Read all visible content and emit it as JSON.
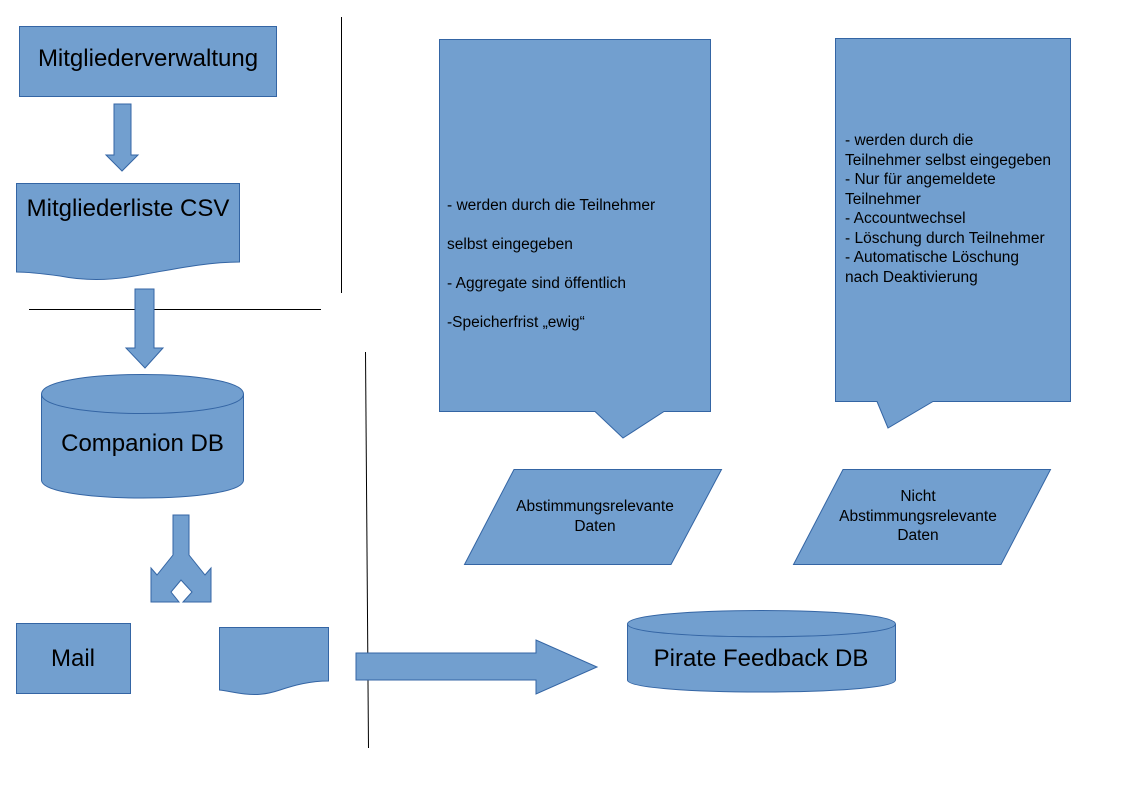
{
  "diagram": {
    "colors": {
      "shape_fill": "#729fcf",
      "shape_stroke": "#3465a4",
      "line": "#000000",
      "text": "#000000"
    },
    "nodes": {
      "mitgliederverwaltung": {
        "label": "Mitgliederverwaltung",
        "shape": "process"
      },
      "mitgliederliste_csv": {
        "label": "Mitgliederliste CSV",
        "shape": "document"
      },
      "companion_db": {
        "label": "Companion DB",
        "shape": "database"
      },
      "mail": {
        "label": "Mail",
        "shape": "process"
      },
      "document_blank": {
        "label": "",
        "shape": "document"
      },
      "pirate_feedback_db": {
        "label": "Pirate Feedback DB",
        "shape": "database"
      },
      "abstimmungsrelevante_daten": {
        "label": "Abstimmungsrelevante\nDaten",
        "shape": "data"
      },
      "nicht_abstimmungsrelevante_daten": {
        "label": "Nicht\nAbstimmungsrelevante\nDaten",
        "shape": "data"
      }
    },
    "callouts": {
      "abstimmungsrelevant_note": {
        "lines": [
          "- werden durch die Teilnehmer",
          "selbst eingegeben",
          "- Aggregate sind öffentlich",
          "-Speicherfrist „ewig“"
        ]
      },
      "nicht_abstimmungsrelevant_note": {
        "lines": [
          "- werden durch die",
          "Teilnehmer selbst eingegeben",
          "- Nur für angemeldete",
          "Teilnehmer",
          "- Accountwechsel",
          "- Löschung durch Teilnehmer",
          "- Automatische Löschung",
          "nach Deaktivierung"
        ]
      }
    },
    "edges": [
      {
        "from": "mitgliederverwaltung",
        "to": "mitgliederliste_csv",
        "type": "arrow-down"
      },
      {
        "from": "mitgliederliste_csv",
        "to": "companion_db",
        "type": "arrow-down"
      },
      {
        "from": "companion_db",
        "to": [
          "mail",
          "document_blank"
        ],
        "type": "split-arrow"
      },
      {
        "from": "document_blank",
        "to": "pirate_feedback_db",
        "type": "arrow-right"
      }
    ]
  }
}
